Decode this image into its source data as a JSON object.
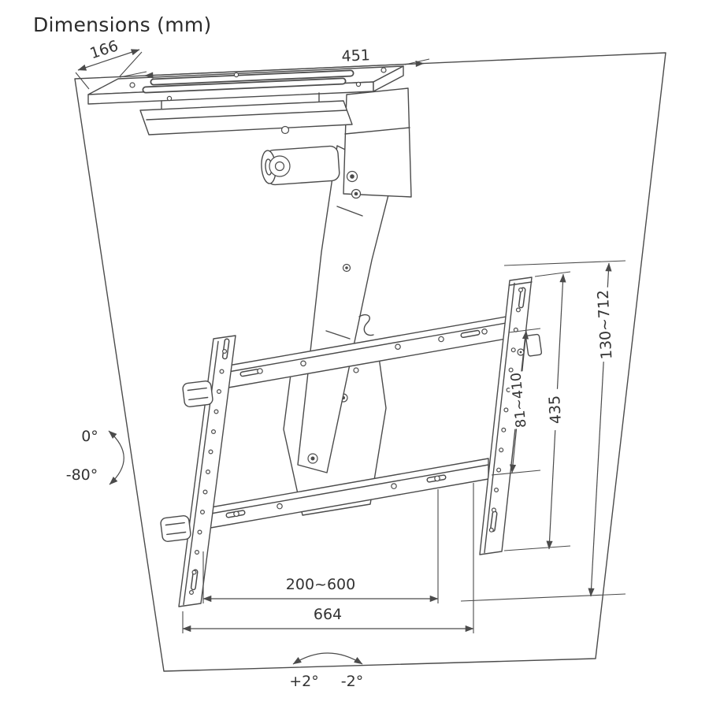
{
  "title": "Dimensions (mm)",
  "labels": {
    "top_depth": "166",
    "top_width": "451",
    "drop_range": "130~712",
    "bracket_height": "435",
    "vesa_height_range": "81~410",
    "vesa_width_range": "200~600",
    "bracket_width": "664",
    "tilt_max": "0°",
    "tilt_min": "-80°",
    "swivel_pos": "+2°",
    "swivel_neg": "-2°"
  },
  "colors": {
    "line": "#4b4b4b",
    "text": "#333333",
    "background": "#ffffff"
  }
}
